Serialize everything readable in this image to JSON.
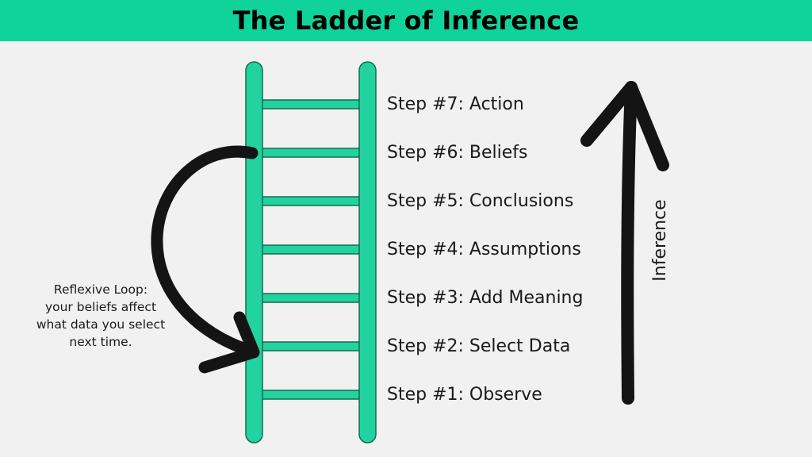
{
  "title": "The Ladder of Inference",
  "steps": [
    "Step #7: Action",
    "Step #6: Beliefs",
    "Step #5: Conclusions",
    "Step #4: Assumptions",
    "Step #3: Add Meaning",
    "Step #2: Select Data",
    "Step #1: Observe"
  ],
  "reflexive_loop": {
    "lines": [
      "Reflexive Loop:",
      "your beliefs affect",
      "what data you select",
      "next time."
    ]
  },
  "axis_label": "Inference",
  "colors": {
    "accent": "#0fd39b",
    "ladder": "#22d39f",
    "arrow": "#141414",
    "background": "#f1f1f1"
  }
}
